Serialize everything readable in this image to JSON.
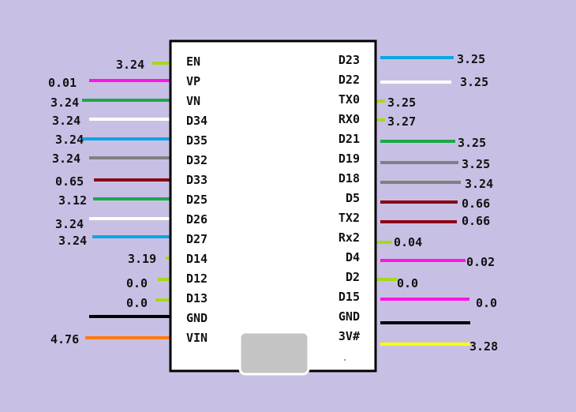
{
  "colors": {
    "background": "#c8c0e4",
    "board_fill": "#ffffff",
    "board_stroke": "#000000",
    "usb_port": "#c4c4c4"
  },
  "left_pins": [
    {
      "pin": "EN",
      "value": "3.24",
      "color": "#a6d81e"
    },
    {
      "pin": "VP",
      "value": "0.01",
      "color": "#ff14e6"
    },
    {
      "pin": "VN",
      "value": "3.24",
      "color": "#1ca84a"
    },
    {
      "pin": "D34",
      "value": "3.24",
      "color": "#ffffff"
    },
    {
      "pin": "D35",
      "value": "3.24",
      "color": "#0ea5e4"
    },
    {
      "pin": "D32",
      "value": "3.24",
      "color": "#808080"
    },
    {
      "pin": "D33",
      "value": "0.65",
      "color": "#8b0016"
    },
    {
      "pin": "D25",
      "value": "3.12",
      "color": "#1ca84a"
    },
    {
      "pin": "D26",
      "value": "3.24",
      "color": "#ffffff"
    },
    {
      "pin": "D27",
      "value": "3.24",
      "color": "#0ea5e4"
    },
    {
      "pin": "D14",
      "value": "3.19",
      "color": "#a6d81e"
    },
    {
      "pin": "D12",
      "value": "0.0",
      "color": "#a6d81e"
    },
    {
      "pin": "D13",
      "value": "0.0",
      "color": "#a6d81e"
    },
    {
      "pin": "GND",
      "value": "",
      "color": "#000000"
    },
    {
      "pin": "VIN",
      "value": "4.76",
      "color": "#ff7a0f"
    }
  ],
  "right_pins": [
    {
      "pin": "D23",
      "value": "3.25",
      "color": "#0ea5e4"
    },
    {
      "pin": "D22",
      "value": "3.25",
      "color": "#ffffff"
    },
    {
      "pin": "TX0",
      "value": "3.25",
      "color": "#a6d81e"
    },
    {
      "pin": "RX0",
      "value": "3.27",
      "color": "#a6d81e"
    },
    {
      "pin": "D21",
      "value": "3.25",
      "color": "#1ca84a"
    },
    {
      "pin": "D19",
      "value": "3.25",
      "color": "#808080"
    },
    {
      "pin": "D18",
      "value": "3.24",
      "color": "#808080"
    },
    {
      "pin": "D5",
      "value": "0.66",
      "color": "#8b0016"
    },
    {
      "pin": "TX2",
      "value": "0.66",
      "color": "#8b0016"
    },
    {
      "pin": "Rx2",
      "value": "0.04",
      "color": "#a6d81e"
    },
    {
      "pin": "D4",
      "value": "0.02",
      "color": "#ff14e6"
    },
    {
      "pin": "D2",
      "value": "0.0",
      "color": "#a6d81e"
    },
    {
      "pin": "D15",
      "value": "0.0",
      "color": "#ff14e6"
    },
    {
      "pin": "GND",
      "value": "",
      "color": "#000000"
    },
    {
      "pin": "3V#",
      "value": "3.28",
      "color": "#ffff00"
    }
  ]
}
